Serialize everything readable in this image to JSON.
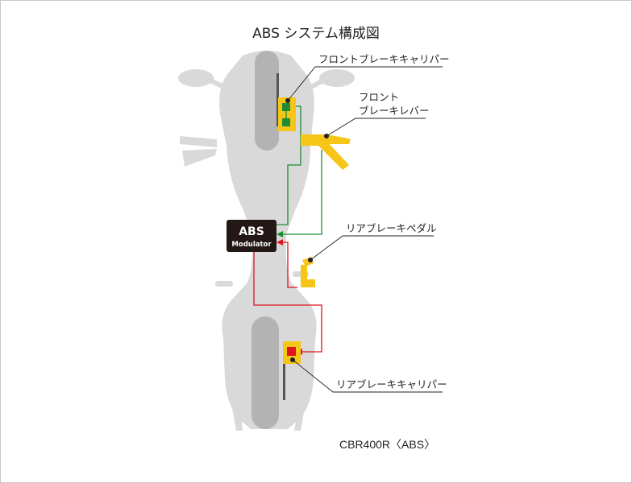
{
  "title": "ABS システム構成図",
  "labels": {
    "front_caliper": "フロントブレーキキャリパー",
    "front_lever_line1": "フロント",
    "front_lever_line2": "ブレーキレバー",
    "rear_pedal": "リアブレーキペダル",
    "rear_caliper": "リアブレーキキャリパー"
  },
  "modulator": {
    "line1": "ABS",
    "line2": "Modulator"
  },
  "model": "CBR400R〈ABS〉",
  "colors": {
    "bike_body": "#d9d9d9",
    "tire": "#b3b3b3",
    "component_yellow": "#f5c518",
    "front_line": "#1e8c34",
    "rear_line": "#e0141e",
    "modulator": "#231815"
  }
}
